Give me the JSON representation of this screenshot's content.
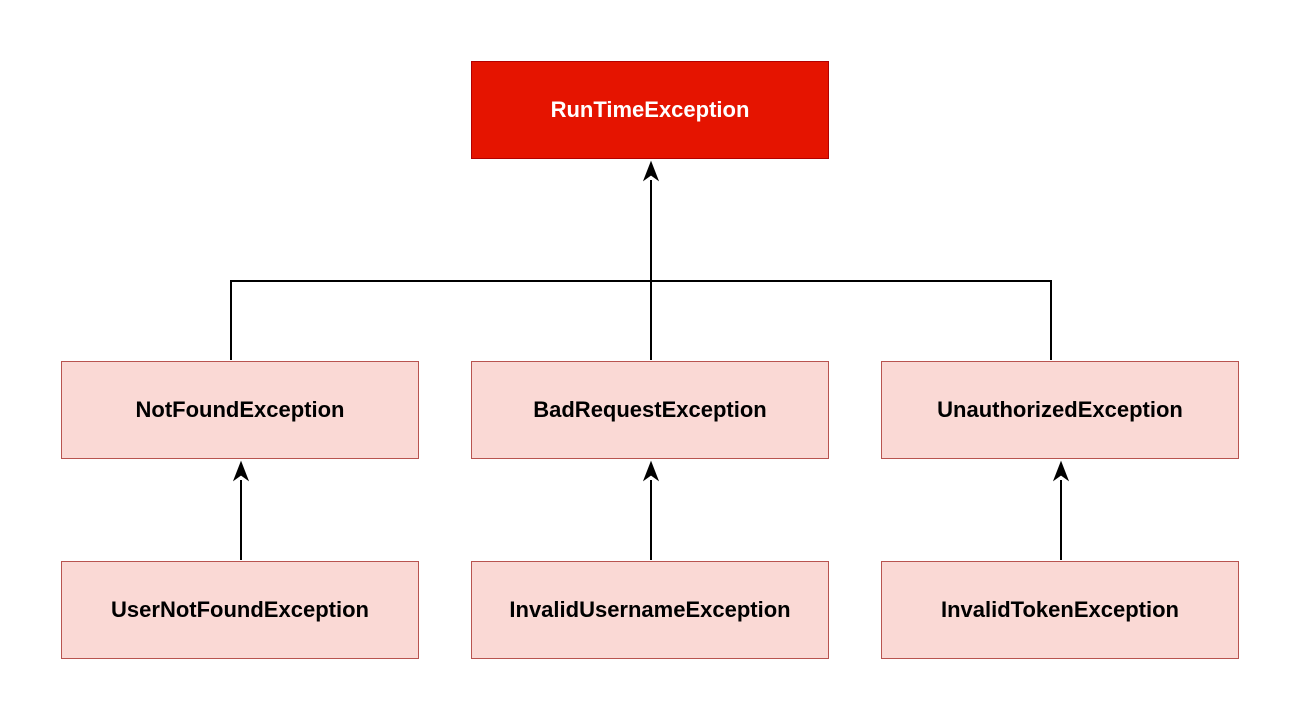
{
  "diagram": {
    "type": "class-hierarchy",
    "nodes": {
      "root": {
        "label": "RunTimeException",
        "fill": "#e51400",
        "stroke": "#b20000",
        "text_color": "#ffffff"
      },
      "not_found": {
        "label": "NotFoundException",
        "fill": "#fad9d5",
        "stroke": "#b85450"
      },
      "bad_request": {
        "label": "BadRequestException",
        "fill": "#fad9d5",
        "stroke": "#b85450"
      },
      "unauthorized": {
        "label": "UnauthorizedException",
        "fill": "#fad9d5",
        "stroke": "#b85450"
      },
      "user_not_found": {
        "label": "UserNotFoundException",
        "fill": "#fad9d5",
        "stroke": "#b85450"
      },
      "invalid_username": {
        "label": "InvalidUsernameException",
        "fill": "#fad9d5",
        "stroke": "#b85450"
      },
      "invalid_token": {
        "label": "InvalidTokenException",
        "fill": "#fad9d5",
        "stroke": "#b85450"
      }
    },
    "edges": [
      {
        "from": "not_found",
        "to": "root"
      },
      {
        "from": "bad_request",
        "to": "root"
      },
      {
        "from": "unauthorized",
        "to": "root"
      },
      {
        "from": "user_not_found",
        "to": "not_found"
      },
      {
        "from": "invalid_username",
        "to": "bad_request"
      },
      {
        "from": "invalid_token",
        "to": "unauthorized"
      }
    ],
    "edge_color": "#000000"
  }
}
